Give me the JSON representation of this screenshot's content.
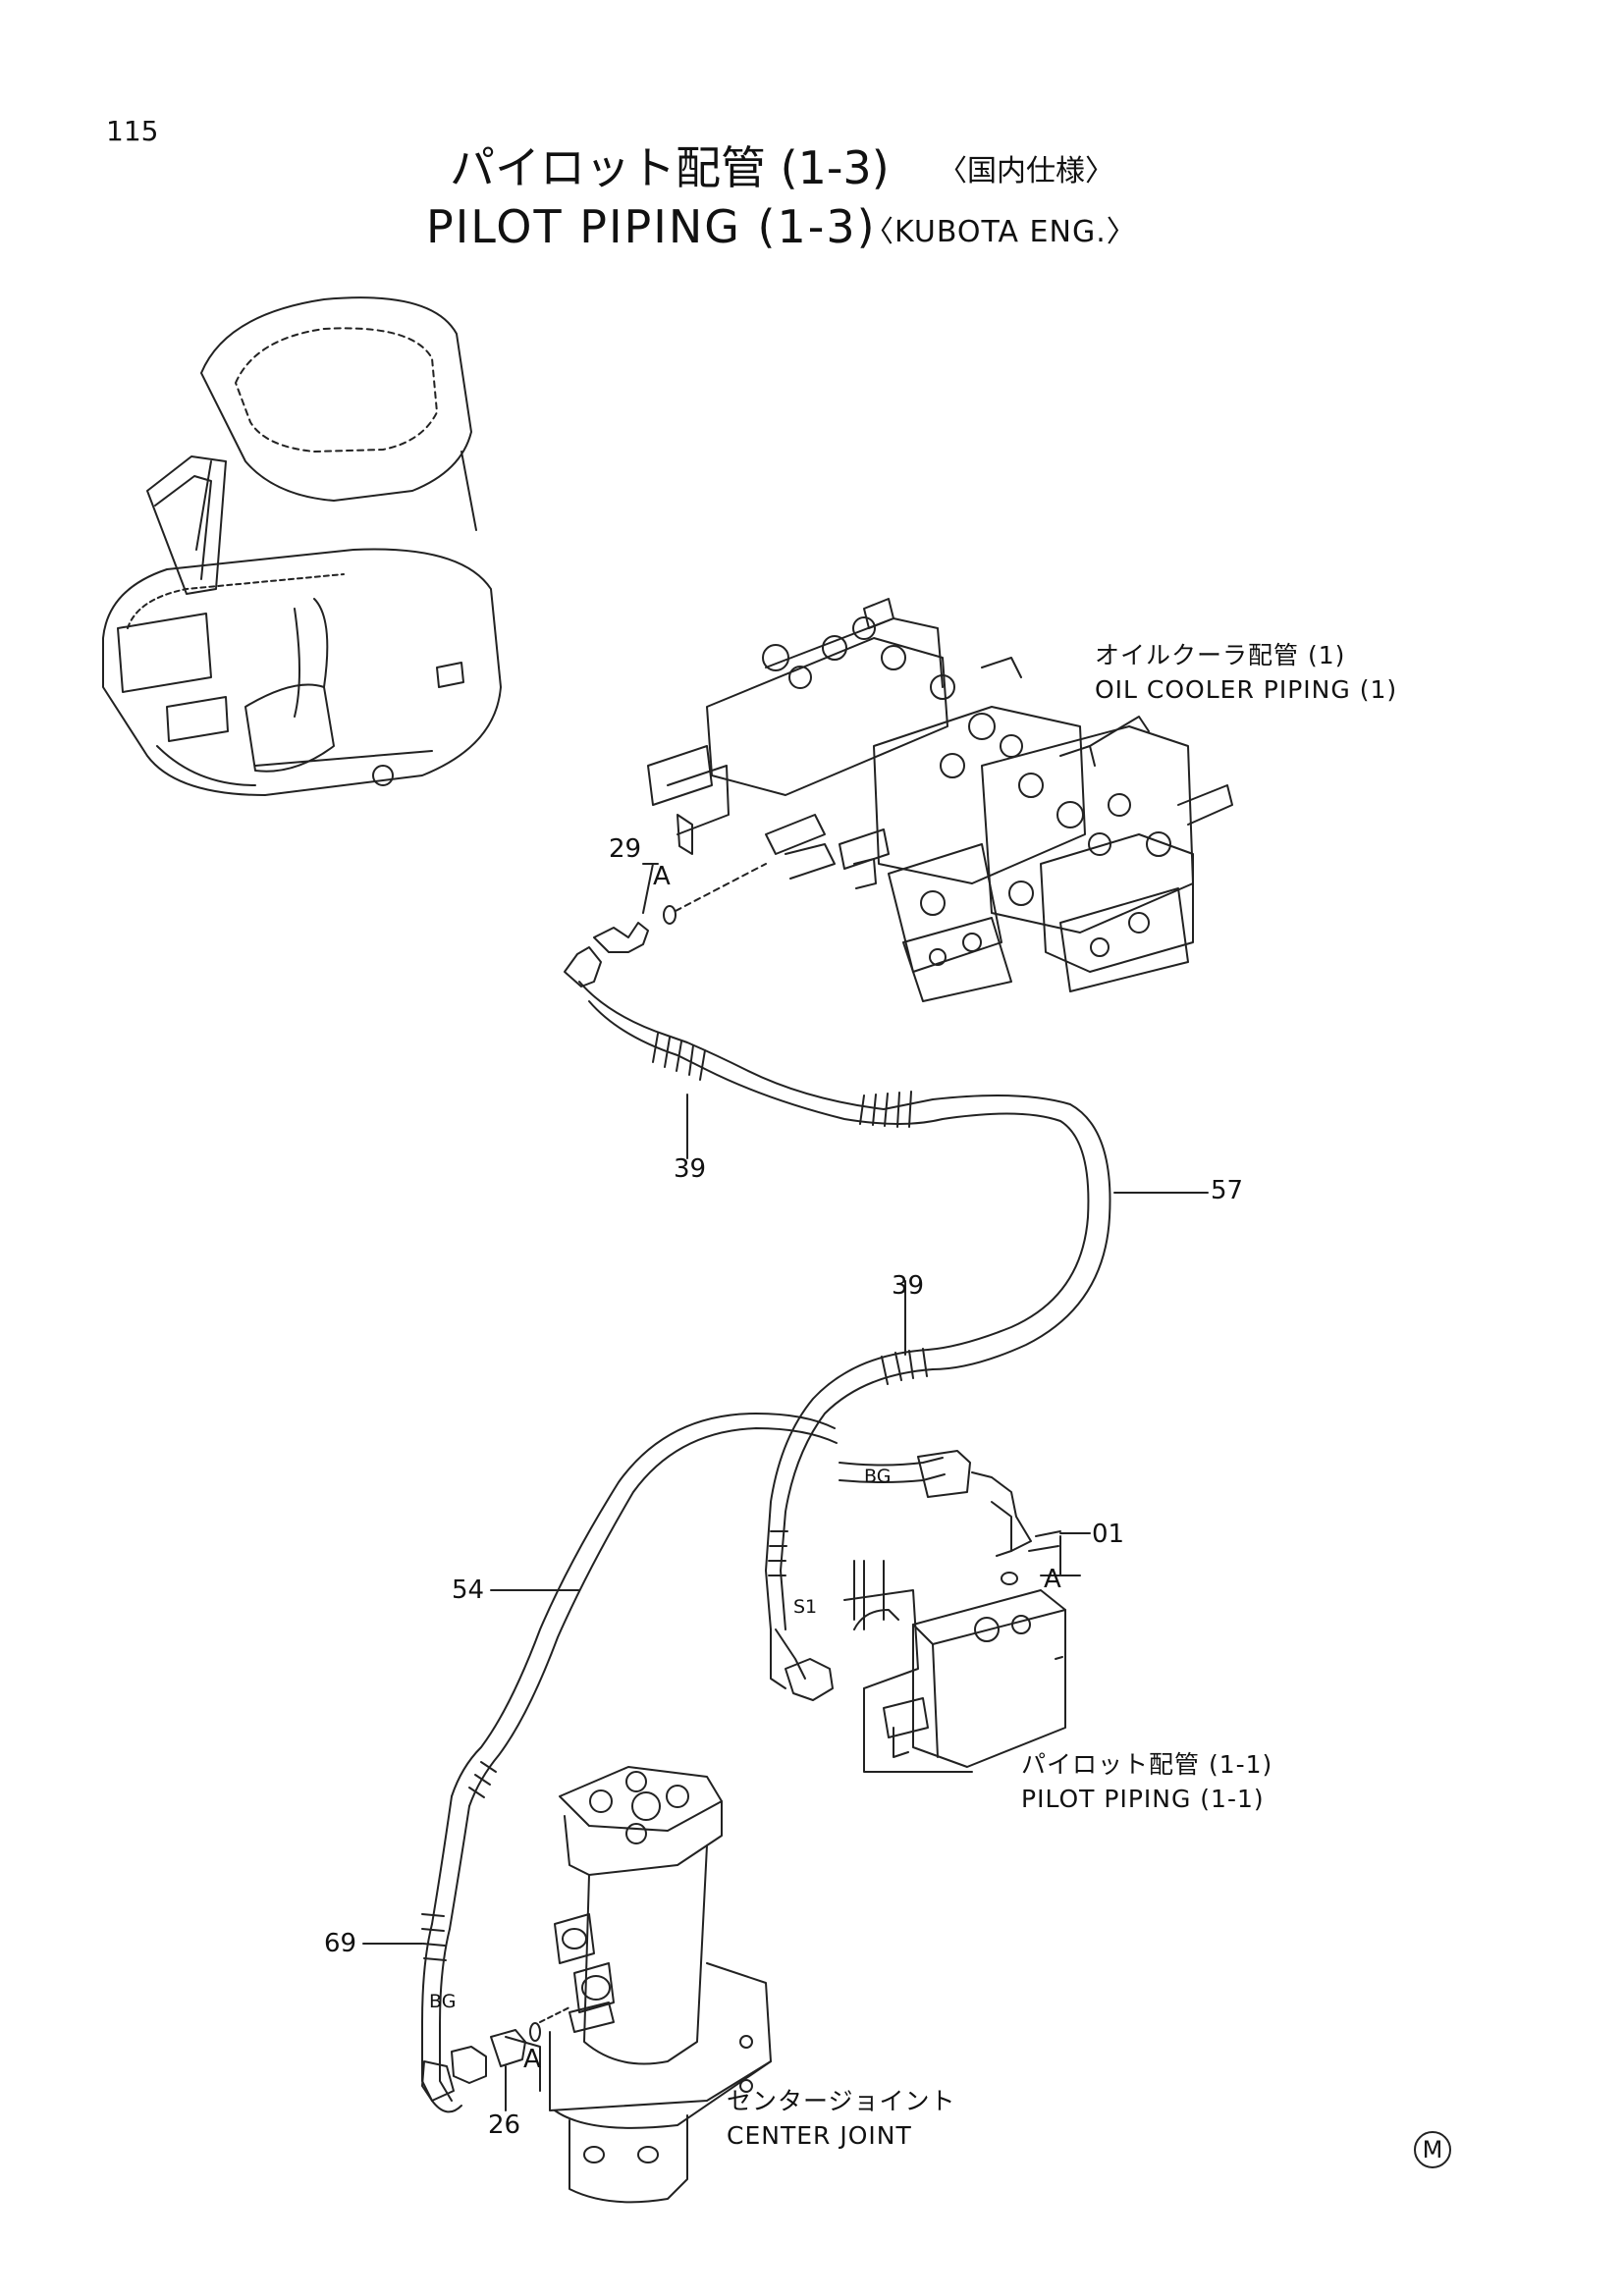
{
  "page": {
    "number": "115"
  },
  "title": {
    "jp_main": "パイロット配管 (1-3)",
    "jp_sub": "〈国内仕様〉",
    "en_main": "PILOT PIPING (1-3)",
    "en_sub": "〈KUBOTA ENG.〉"
  },
  "labels": {
    "oil_cooler_jp": "オイルクーラ配管 (1)",
    "oil_cooler_en": "OIL COOLER PIPING (1)",
    "pilot_jp": "パイロット配管 (1-1)",
    "pilot_en": "PILOT PIPING (1-1)",
    "center_joint_jp": "センタージョイント",
    "center_joint_en": "CENTER JOINT"
  },
  "callouts": {
    "p29": "29",
    "p39a": "39",
    "p57": "57",
    "p39b": "39",
    "p01": "01",
    "p54": "54",
    "p69": "69",
    "p26": "26",
    "a1": "A",
    "a2": "A",
    "a3": "A",
    "bg1": "BG",
    "bg2": "BG",
    "s1": "S1"
  },
  "mark": "M"
}
